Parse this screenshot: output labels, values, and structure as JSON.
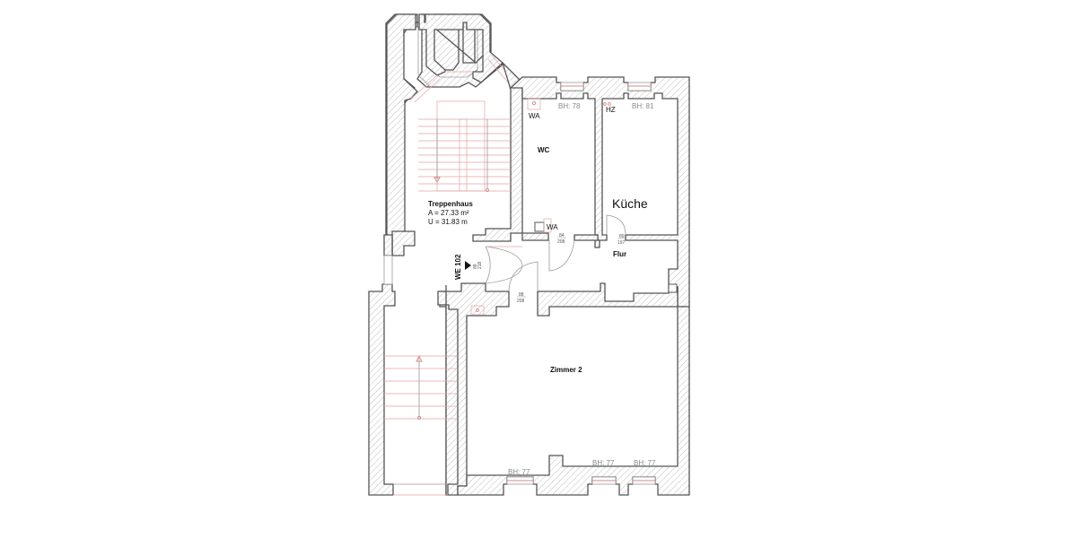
{
  "plan": {
    "unit_label": "WE 102",
    "rooms": {
      "treppenhaus": {
        "name": "Treppenhaus",
        "area": "A = 27.33 m²",
        "perimeter": "U = 31.83 m"
      },
      "wc": {
        "name": "WC"
      },
      "kueche": {
        "name": "Küche"
      },
      "flur": {
        "name": "Flur"
      },
      "zimmer2": {
        "name": "Zimmer 2"
      }
    },
    "fixtures": {
      "wa_top": "WA",
      "wa_bottom": "WA",
      "hz": "HZ"
    },
    "window_heights": {
      "wc": "BH: 78",
      "kueche": "BH: 81",
      "zimmer_left": "BH: 77",
      "zimmer_mid": "BH: 77",
      "zimmer_right": "BH: 77"
    },
    "doors": {
      "entry": {
        "width": "88",
        "height": "218"
      },
      "wc": {
        "width": "84",
        "height": "208"
      },
      "kueche": {
        "width": "89",
        "height": "197"
      },
      "zimmer": {
        "width": "88",
        "height": "208"
      }
    }
  }
}
